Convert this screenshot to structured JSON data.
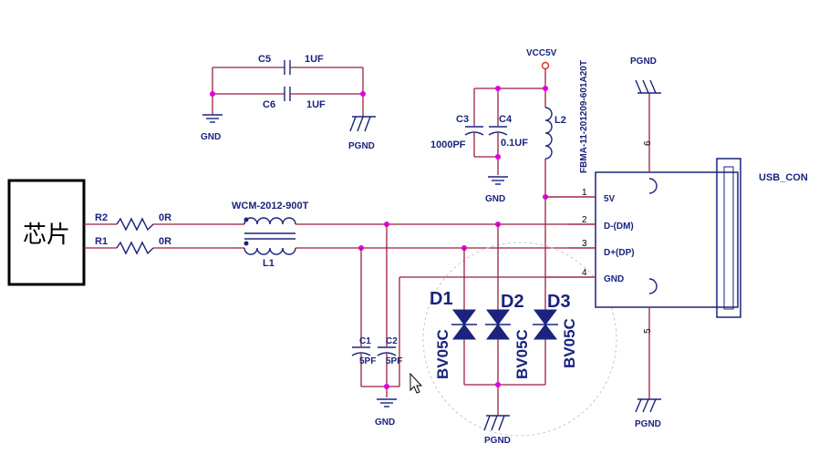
{
  "chip": {
    "label": "芯片"
  },
  "resistors": {
    "r2": {
      "ref": "R2",
      "value": "0R"
    },
    "r1": {
      "ref": "R1",
      "value": "0R"
    }
  },
  "choke": {
    "part": "WCM-2012-900T",
    "ref": "L1"
  },
  "caps": {
    "c5": {
      "ref": "C5",
      "value": "1UF"
    },
    "c6": {
      "ref": "C6",
      "value": "1UF"
    },
    "c3": {
      "ref": "C3",
      "value": "1000PF"
    },
    "c4": {
      "ref": "C4",
      "value": "0.1UF"
    },
    "c1": {
      "ref": "C1",
      "value": "5PF"
    },
    "c2": {
      "ref": "C2",
      "value": "5PF"
    }
  },
  "power": {
    "vcc": "VCC5V"
  },
  "inductor_l2": {
    "ref": "L2",
    "part": "FBMA-11-201209-601A20T"
  },
  "grounds": {
    "gnd_label": "GND",
    "pgnd_label": "PGND"
  },
  "diodes": [
    {
      "ref": "D1",
      "part": "BV05C"
    },
    {
      "ref": "D2",
      "part": "BV05C"
    },
    {
      "ref": "D3",
      "part": "BV05C"
    }
  ],
  "connector": {
    "name": "USB_CON",
    "pins": [
      {
        "num": "1",
        "name": "5V"
      },
      {
        "num": "2",
        "name": "D-(DM)"
      },
      {
        "num": "3",
        "name": "D+(DP)"
      },
      {
        "num": "4",
        "name": "GND"
      }
    ],
    "shield_pins": [
      "6",
      "5"
    ]
  },
  "colors": {
    "wire": "#9c1f3e",
    "symbol": "#1a237e",
    "junction": "#e000e0"
  }
}
